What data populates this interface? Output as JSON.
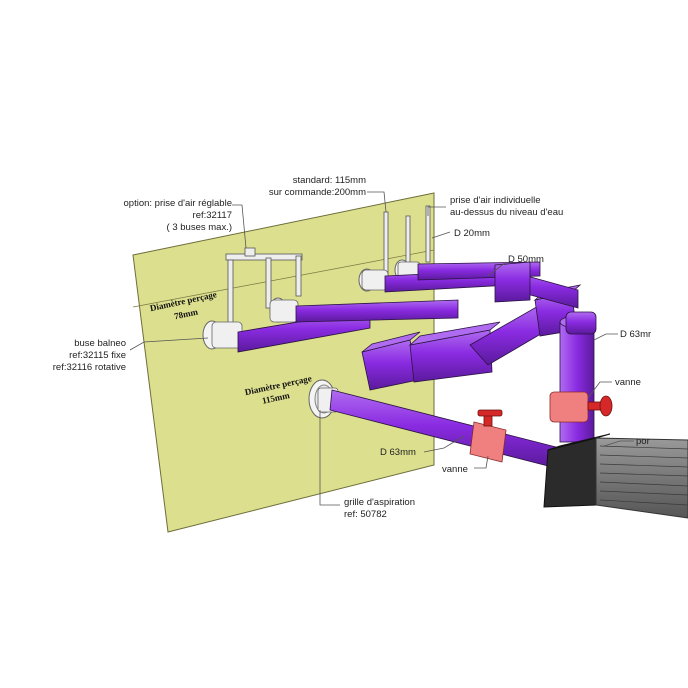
{
  "labels": {
    "option_line1": "option: prise d'air réglable",
    "option_line2": "ref:32117",
    "option_line3": "( 3 buses max.)",
    "standard_line1": "standard: 115mm",
    "standard_line2": "sur commande:200mm",
    "prise_line1": "prise d'air individuelle",
    "prise_line2": "au-dessus du niveau d'eau",
    "d20": "D 20mm",
    "d50": "D 50mm",
    "d63_right": "D 63mr",
    "d63_main": "D 63mm",
    "vanne_right": "vanne",
    "vanne_main": "vanne",
    "pompe": "por",
    "buse_line1": "buse balneo",
    "buse_line2": "ref:32115 fixe",
    "buse_line3": "ref:32116 rotative",
    "grille_line1": "grille d'aspiration",
    "grille_line2": "ref: 50782",
    "wall_perc1_line1": "Diamètre perçage",
    "wall_perc1_line2": "78mm",
    "wall_perc2_line1": "Diamètre perçage",
    "wall_perc2_line2": "115mm"
  },
  "colors": {
    "wall": "#dcdf8e",
    "pipe": "#8a2be2",
    "pipe_dark": "#5b1a9c",
    "valve": "#f08080",
    "handle": "#d62828",
    "pump": "#2b2b2b"
  }
}
